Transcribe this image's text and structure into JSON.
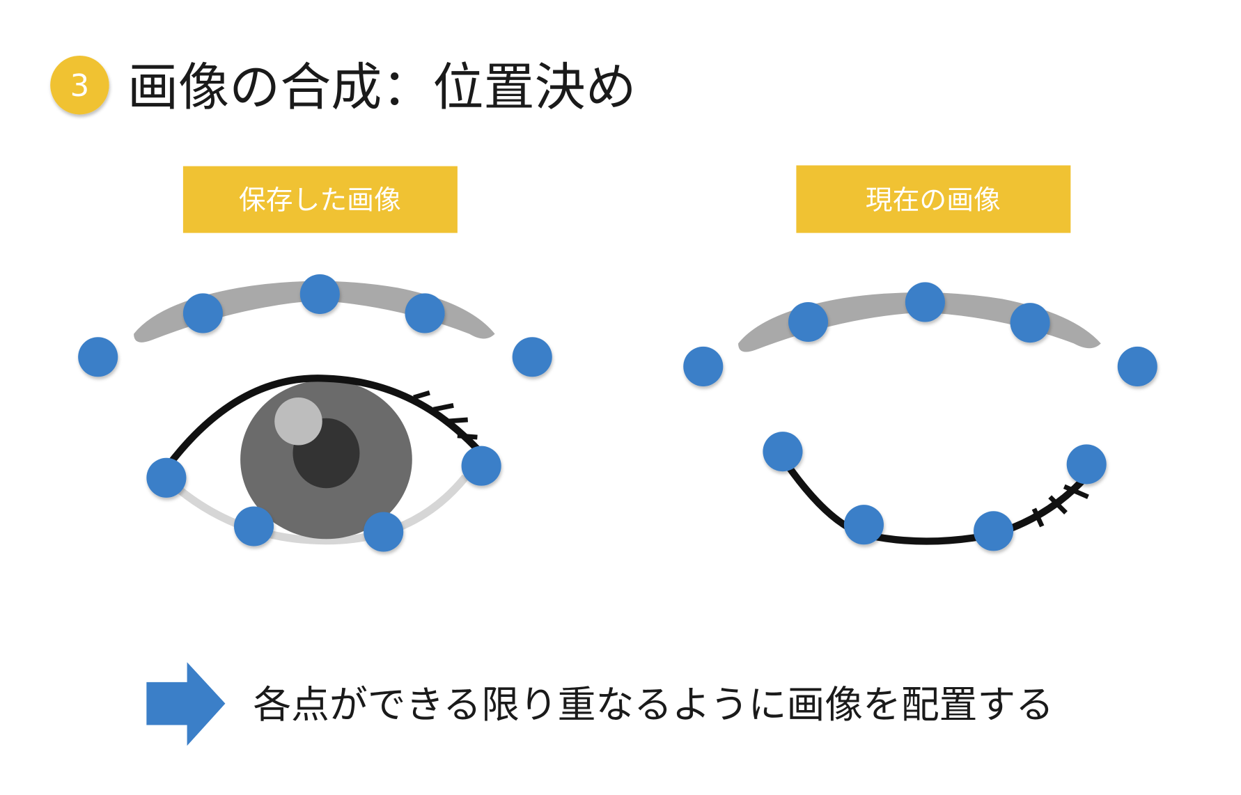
{
  "title": {
    "step_number": "3",
    "text": "画像の合成：位置決め"
  },
  "labels": {
    "saved_image": "保存した画像",
    "current_image": "現在の画像"
  },
  "conclusion": {
    "text": "各点ができる限り重なるように画像を配置する"
  },
  "colors": {
    "accent_yellow": "#F0C233",
    "point_blue": "#3B7FC8",
    "brow_gray": "#A9A9A9",
    "text": "#1a1a1a"
  }
}
